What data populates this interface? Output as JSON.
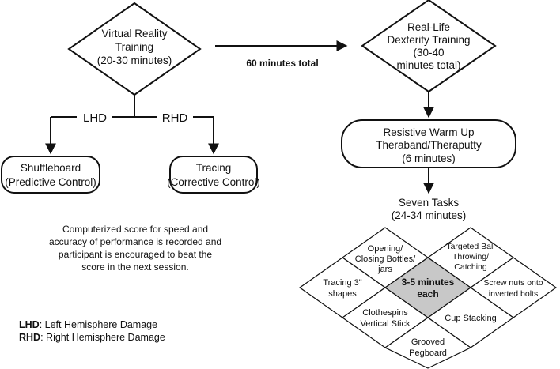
{
  "nodes": {
    "vr": {
      "lines": [
        "Virtual Reality",
        "Training",
        "(20-30 minutes)"
      ]
    },
    "real": {
      "lines": [
        "Real-Life",
        "Dexterity Training",
        "(30-40",
        "minutes total)"
      ]
    },
    "shuffle": {
      "lines": [
        "Shuffleboard",
        "(Predictive Control)"
      ]
    },
    "tracing": {
      "lines": [
        "Tracing",
        "(Corrective Control)"
      ]
    },
    "warmup": {
      "lines": [
        "Resistive Warm Up",
        "Theraband/Theraputty",
        "(6 minutes)"
      ]
    },
    "seven": {
      "lines": [
        "Seven Tasks",
        "(24-34 minutes)"
      ]
    }
  },
  "edge_labels": {
    "total": "60 minutes total",
    "lhd": "LHD",
    "rhd": "RHD"
  },
  "score_note": [
    "Computerized score for speed and",
    "accuracy of performance is recorded and",
    "participant is encouraged to beat the",
    "score in the next session."
  ],
  "tasks": {
    "center": [
      "3-5 minutes",
      "each"
    ],
    "top_left": [
      "Opening/",
      "Closing Bottles/",
      "jars"
    ],
    "top_right": [
      "Targeted Ball",
      "Throwing/",
      "Catching"
    ],
    "left": [
      "Tracing 3\"",
      "shapes"
    ],
    "right": [
      "Screw nuts onto",
      "inverted bolts"
    ],
    "bottom_left": [
      "Clothespins",
      "Vertical Stick"
    ],
    "bottom_right": [
      "Cup Stacking"
    ],
    "bottom": [
      "Grooved",
      "Pegboard"
    ]
  },
  "legend": [
    {
      "abbr": "LHD",
      "text": ": Left Hemisphere Damage"
    },
    {
      "abbr": "RHD",
      "text": ": Right Hemisphere Damage"
    }
  ],
  "colors": {
    "center_fill": "#c8c8c8",
    "stroke": "#111111"
  }
}
